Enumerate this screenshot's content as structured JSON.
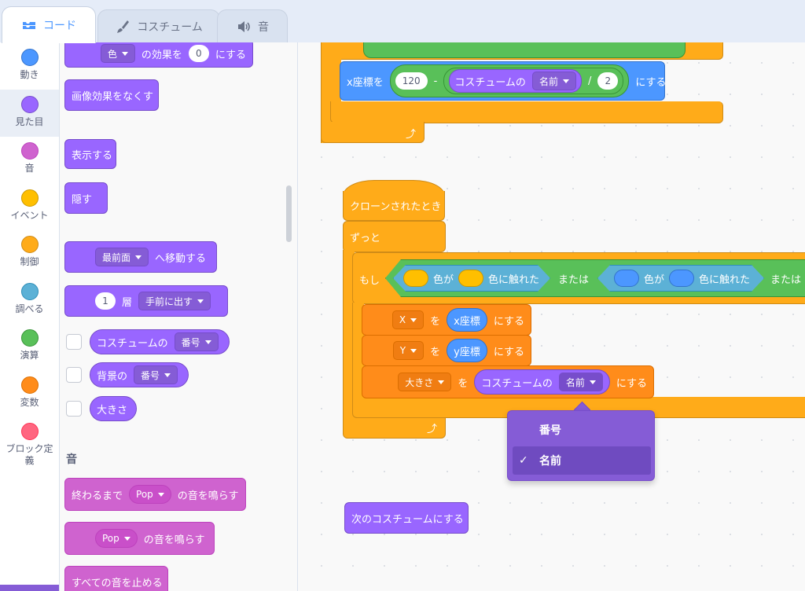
{
  "tabs": [
    {
      "label": "コード",
      "icon": "code-icon"
    },
    {
      "label": "コスチューム",
      "icon": "brush-icon"
    },
    {
      "label": "音",
      "icon": "speaker-icon"
    }
  ],
  "categories": [
    {
      "label": "動き",
      "color": "#4c97ff"
    },
    {
      "label": "見た目",
      "color": "#9966ff"
    },
    {
      "label": "音",
      "color": "#cf63cf"
    },
    {
      "label": "イベント",
      "color": "#ffbf00"
    },
    {
      "label": "制御",
      "color": "#ffab19"
    },
    {
      "label": "調べる",
      "color": "#5cb1d6"
    },
    {
      "label": "演算",
      "color": "#59c059"
    },
    {
      "label": "変数",
      "color": "#ff8c1a"
    },
    {
      "label": "ブロック定義",
      "color": "#ff6680"
    }
  ],
  "palette": {
    "effect_dd": "色",
    "effect_mid": "の効果を",
    "effect_val": "0",
    "effect_end": "にする",
    "clear_effects": "画像効果をなくす",
    "show": "表示する",
    "hide": "隠す",
    "front_dd": "最前面",
    "front_end": "へ移動する",
    "layer_val": "1",
    "layer_mid": "層",
    "layer_dd": "手前に出す",
    "costume_rep": "コスチュームの",
    "costume_dd": "番号",
    "backdrop_rep": "背景の",
    "backdrop_dd": "番号",
    "size_rep": "大きさ",
    "sound_section": "音",
    "play_until_pre": "終わるまで",
    "play_until_dd": "Pop",
    "play_until_end": "の音を鳴らす",
    "start_sound_dd": "Pop",
    "start_sound_end": "の音を鳴らす",
    "stop_all": "すべての音を止める"
  },
  "script": {
    "setx_label": "x座標を",
    "setx_val": "120",
    "minus": "-",
    "costume_of": "コスチュームの",
    "name_dd": "名前",
    "divide": "/",
    "div_val": "2",
    "setx_end": "にする",
    "clone_hat": "クローンされたとき",
    "forever": "ずっと",
    "if_label": "もし",
    "color_is": "色が",
    "touching_color": "色に触れた",
    "or": "または",
    "x_dd": "X",
    "set_to": "を",
    "x_reporter": "x座標",
    "end1": "にする",
    "y_dd": "Y",
    "y_reporter": "y座標",
    "end2": "にする",
    "size_dd": "大きさ",
    "size_costume_of": "コスチュームの",
    "size_name_dd": "名前",
    "end3": "にする",
    "next_costume": "次のコスチュームにする"
  },
  "dropdown_menu": {
    "items": [
      "番号",
      "名前"
    ],
    "selected": "名前",
    "check": "✓"
  }
}
